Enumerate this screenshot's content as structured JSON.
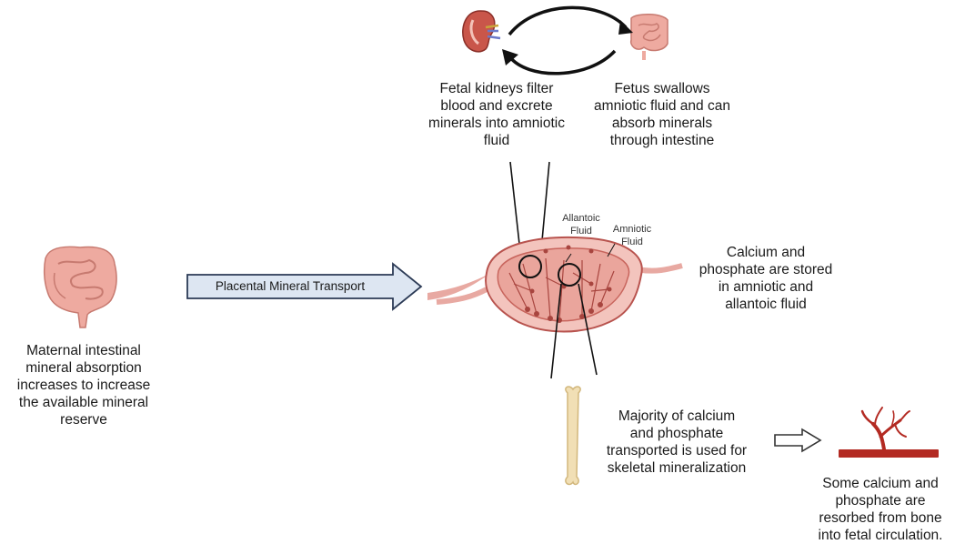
{
  "labels": {
    "kidney_text": "Fetal kidneys filter\nblood and excrete\nminerals into amniotic\nfluid",
    "swallow_text": "Fetus swallows\namniotic fluid and can\nabsorb minerals\nthrough intestine",
    "allantoic": "Allantoic\nFluid",
    "amniotic": "Amniotic\nFluid",
    "stored_text": "Calcium and\nphosphate are stored\nin amniotic and\nallantoic fluid",
    "placental_transport": "Placental Mineral Transport",
    "maternal_text": "Maternal intestinal\nmineral absorption\nincreases to increase\nthe available mineral\nreserve",
    "skeletal_text": "Majority of calcium\nand phosphate\ntransported is used for\nskeletal mineralization",
    "resorbed_text": "Some calcium and\nphosphate are\nresorbed from bone\ninto fetal circulation."
  },
  "icons": [
    "kidney-icon",
    "fetal-intestine-icon",
    "maternal-intestine-icon",
    "placenta-icon",
    "bone-icon",
    "blood-vessel-icon"
  ],
  "colors": {
    "arrow_fill": "#dde6f2",
    "arrow_stroke": "#2b3a55",
    "tissue": "#e8a9a2",
    "tissue_dark": "#b8534e",
    "bone": "#f1dfb5",
    "vessel": "#b32a22"
  }
}
